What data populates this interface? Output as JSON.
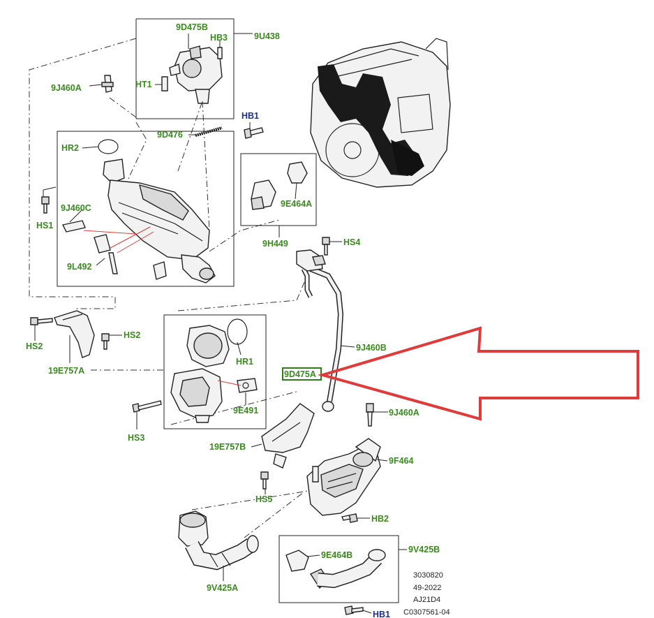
{
  "labels": {
    "l_9D475B": "9D475B",
    "l_HB3": "HB3",
    "l_9U438": "9U438",
    "l_9J460A_top": "9J460A",
    "l_HT1": "HT1",
    "l_HB1_top": "HB1",
    "l_9D476": "9D476",
    "l_HR2": "HR2",
    "l_9E464A": "9E464A",
    "l_9J460C": "9J460C",
    "l_HS1": "HS1",
    "l_9H449": "9H449",
    "l_HS4": "HS4",
    "l_9L492": "9L492",
    "l_HS2_left": "HS2",
    "l_HS2_right": "HS2",
    "l_9J460B": "9J460B",
    "l_HR1": "HR1",
    "l_19E757A": "19E757A",
    "l_9D475A": "9D475A",
    "l_9E491": "9E491",
    "l_HS3": "HS3",
    "l_9J460A_mid": "9J460A",
    "l_19E757B": "19E757B",
    "l_9F464": "9F464",
    "l_HS5": "HS5",
    "l_HB2": "HB2",
    "l_9E464B": "9E464B",
    "l_9V425B": "9V425B",
    "l_9V425A": "9V425A",
    "l_HB1_bottom": "HB1"
  },
  "reference_block": [
    "3030820",
    "49-2022",
    "AJ21D4",
    "C0307561-04"
  ],
  "colors": {
    "label_green": "#3a8a1e",
    "label_blue": "#1c2f8c",
    "highlight_arrow": "#e03a3a",
    "highlight_box": "#2e7d1a"
  }
}
